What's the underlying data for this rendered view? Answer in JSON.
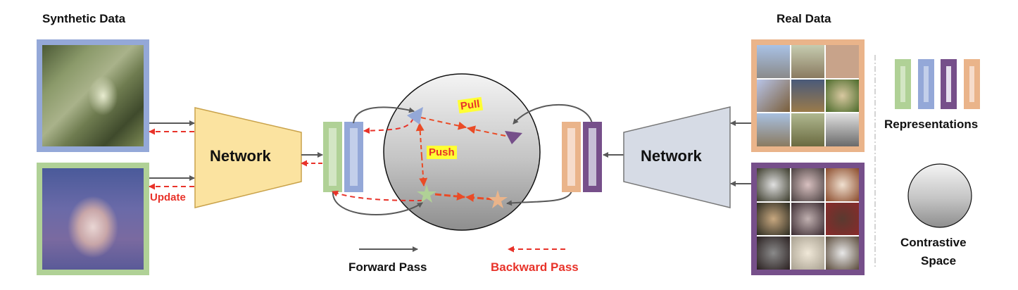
{
  "labels": {
    "synthetic_data": "Synthetic Data",
    "real_data": "Real Data",
    "network_left": "Network",
    "network_right": "Network",
    "update": "Update",
    "pull": "Pull",
    "push": "Push",
    "forward_pass": "Forward Pass",
    "backward_pass": "Backward Pass",
    "representations": "Representations",
    "contrastive_space_line1": "Contrastive",
    "contrastive_space_line2": "Space"
  },
  "colors": {
    "green": "#b0d196",
    "blue": "#94a8d8",
    "purple": "#764f8a",
    "orange": "#eab48a",
    "network_left_fill": "#fbe3a0",
    "network_left_stroke": "#c9a24a",
    "network_right_fill": "#d6dbe5",
    "network_right_stroke": "#777777",
    "forward_arrow": "#595959",
    "backward_arrow": "#e8332a",
    "push_pull_arrow": "#ea4b26",
    "tag_bg": "#ffff33"
  },
  "synthetic_images": [
    {
      "subject": "bird (synthetic)",
      "frame_color": "blue"
    },
    {
      "subject": "dog (synthetic)",
      "frame_color": "green"
    }
  ],
  "real_images": [
    {
      "class": "birds",
      "frame_color": "orange",
      "tiles": 9
    },
    {
      "class": "dogs",
      "frame_color": "purple",
      "tiles": 9
    }
  ],
  "representations_legend": [
    "green",
    "blue",
    "purple",
    "orange"
  ],
  "contrastive_markers": [
    {
      "shape": "triangle-up",
      "color": "blue"
    },
    {
      "shape": "triangle-down",
      "color": "purple"
    },
    {
      "shape": "star",
      "color": "green"
    },
    {
      "shape": "star",
      "color": "orange"
    }
  ]
}
